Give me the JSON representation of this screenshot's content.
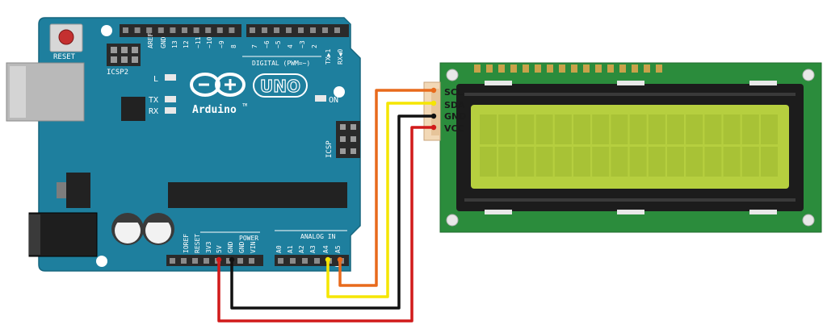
{
  "arduino": {
    "reset_label": "RESET",
    "icsp2_label": "ICSP2",
    "icsp_label": "ICSP",
    "l_label": "L",
    "tx_label": "TX",
    "rx_label": "RX",
    "on_label": "ON",
    "brand": "Arduino",
    "tm": "TM",
    "model": "UNO",
    "digital_label": "DIGITAL (PWM=~)",
    "power_label": "POWER",
    "analog_label": "ANALOG IN",
    "digital_pins": [
      "AREF",
      "GND",
      "13",
      "12",
      "~11",
      "~10",
      "~9",
      "8",
      "7",
      "~6",
      "~5",
      "4",
      "~3",
      "2",
      "TX▶1",
      "RX◀0"
    ],
    "power_pins": [
      "IOREF",
      "RESET",
      "3V3",
      "5V",
      "GND",
      "GND",
      "VIN"
    ],
    "analog_pins": [
      "A0",
      "A1",
      "A2",
      "A3",
      "A4",
      "A5"
    ]
  },
  "lcd_module": {
    "pins": [
      "SCL",
      "SDA",
      "GND",
      "VCC"
    ]
  },
  "wire_colors": {
    "scl": "#e86a1c",
    "sda": "#f5e600",
    "gnd": "#111111",
    "vcc": "#d11a1a"
  },
  "colors": {
    "board": "#1e7f9e",
    "lcd_pcb": "#2b8c3c",
    "lcd_screen": "#b6cf3f"
  }
}
